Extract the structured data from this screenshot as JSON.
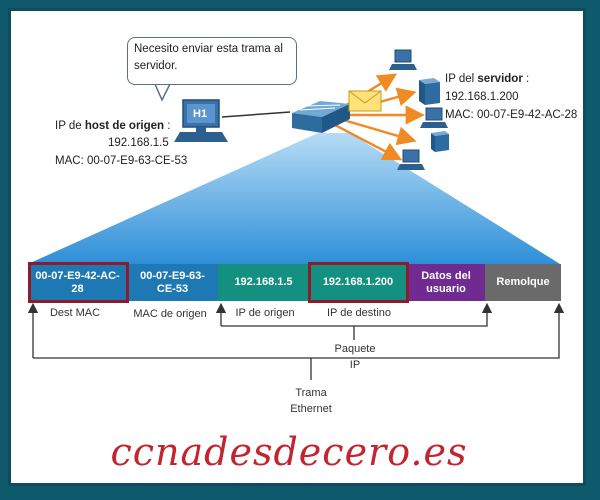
{
  "bubble_text": "Necesito enviar esta trama al servidor.",
  "host": {
    "label": "H1",
    "ip_prefix": "IP de ",
    "ip_bold": "host de origen",
    "ip_suffix": " :",
    "ip": "192.168.1.5",
    "mac": "MAC: 00-07-E9-63-CE-53"
  },
  "server": {
    "ip_prefix": "IP del ",
    "ip_bold": "servidor",
    "ip_suffix": " :",
    "ip": "192.168.1.200",
    "mac": "MAC: 00-07-E9-42-AC-28"
  },
  "frame_fields": [
    {
      "text": "00-07-E9-42-AC-28",
      "color": "#1e78b4"
    },
    {
      "text": "00-07-E9-63-CE-53",
      "color": "#1e78b4"
    },
    {
      "text": "192.168.1.5",
      "color": "#149080"
    },
    {
      "text": "192.168.1.200",
      "color": "#149080"
    },
    {
      "text": "Datos del usuario",
      "color": "#6f2b8f"
    },
    {
      "text": "Remolque",
      "color": "#6a6a6a"
    }
  ],
  "field_labels": {
    "dest_mac": "Dest MAC",
    "src_mac": "MAC de origen",
    "src_ip": "IP de origen",
    "dst_ip": "IP de destino"
  },
  "packet_label": "Paquete IP",
  "ethernet_label": "Trama Ethernet",
  "brand": "ccnadesdecero.es",
  "colors": {
    "highlight": "#8e1b2a",
    "arrow": "#f08a24",
    "fan": "#2e8fd8",
    "background": "#0e5a6c"
  }
}
